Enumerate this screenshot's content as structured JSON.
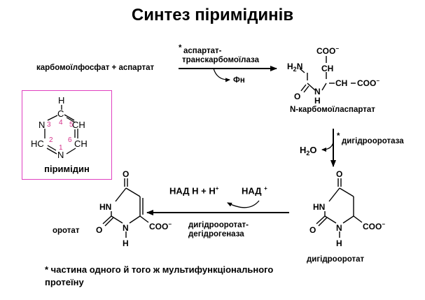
{
  "title": "Синтез піримідинів",
  "reactants": "карбомоїлфосфат + аспартат",
  "enzyme1": {
    "line1": "аспартат-",
    "line2": "транскарбомоїлаза",
    "star": "*"
  },
  "byproduct1": "Фн",
  "carbamoyl_aspartate": {
    "name": "N-карбомоїласпартат",
    "atoms": {
      "coo_top": "COO",
      "ch": "CH",
      "ch2": "CH",
      "coo_right": "COO",
      "n": "N",
      "h2n": "H",
      "o": "O",
      "h": "H"
    }
  },
  "enzyme2": {
    "name": "дигідрооротаза",
    "star": "*"
  },
  "byproduct2": "H",
  "dihydroorotate": {
    "name": "дигідрооротат",
    "atoms": {
      "o_top": "O",
      "hn": "HN",
      "o_left": "O",
      "n": "N",
      "h": "H",
      "coo": "COO"
    }
  },
  "enzyme3": {
    "line1": "дигідрооротат-",
    "line2": "дегідрогеназа"
  },
  "cofactors": {
    "nad_left": "НАД",
    "h_plus": "H + H",
    "nad_right": "НАД",
    "plus": "+"
  },
  "orotate": {
    "name": "оротат",
    "atoms": {
      "o_top": "O",
      "hn": "HN",
      "o_left": "O",
      "n": "N",
      "h": "H",
      "coo": "COO"
    }
  },
  "pyrimidine": {
    "name": "піримідин",
    "atoms": {
      "h": "H",
      "c": "C",
      "n3": "N",
      "ch_right": "CH",
      "hc": "HC",
      "ch_br": "CH",
      "n1": "N"
    },
    "numbers": [
      "1",
      "2",
      "3",
      "4",
      "5",
      "6"
    ]
  },
  "footnote": "* частина одного й того ж мультифункціонального протеїну",
  "colors": {
    "box_border": "#e040c0",
    "atom_numbers": "#d4308a",
    "text": "#000000"
  }
}
